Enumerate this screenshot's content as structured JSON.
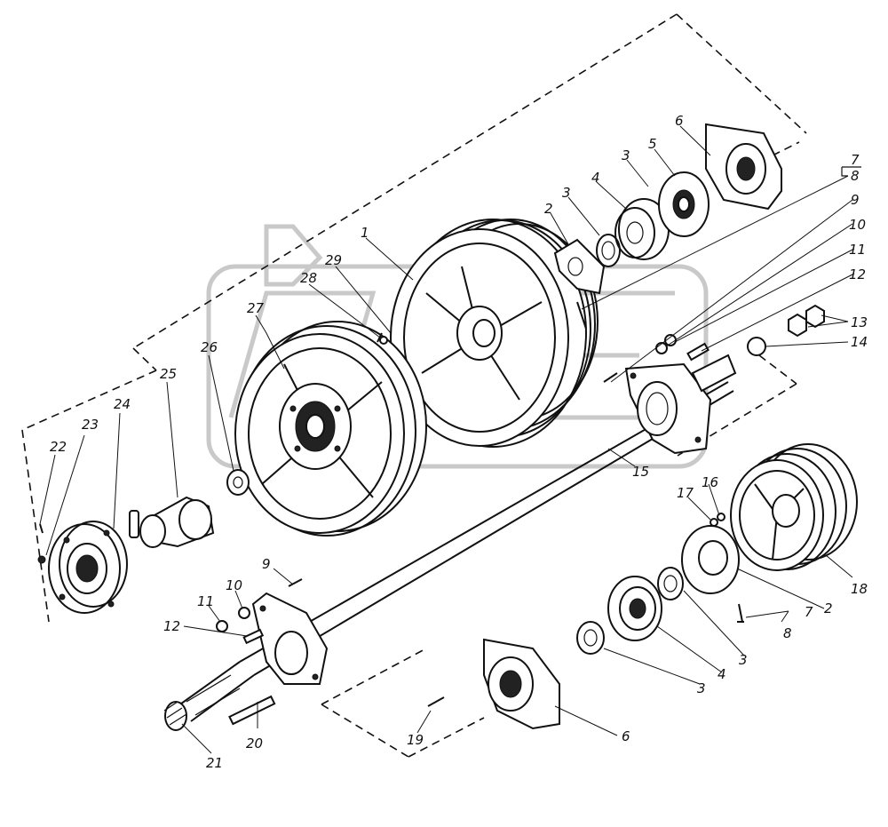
{
  "diagram": {
    "callouts": [
      {
        "id": "c1",
        "text": "1"
      },
      {
        "id": "c2a",
        "text": "2"
      },
      {
        "id": "c3a",
        "text": "3"
      },
      {
        "id": "c4a",
        "text": "4"
      },
      {
        "id": "c3b",
        "text": "3"
      },
      {
        "id": "c5",
        "text": "5"
      },
      {
        "id": "c6a",
        "text": "6"
      },
      {
        "id": "c7a",
        "text": "7"
      },
      {
        "id": "c8a",
        "text": "8"
      },
      {
        "id": "c9a",
        "text": "9"
      },
      {
        "id": "c10a",
        "text": "10"
      },
      {
        "id": "c11a",
        "text": "11"
      },
      {
        "id": "c12a",
        "text": "12"
      },
      {
        "id": "c13",
        "text": "13"
      },
      {
        "id": "c14",
        "text": "14"
      },
      {
        "id": "c15",
        "text": "15"
      },
      {
        "id": "c16",
        "text": "16"
      },
      {
        "id": "c17",
        "text": "17"
      },
      {
        "id": "c18",
        "text": "18"
      },
      {
        "id": "c2b",
        "text": "2"
      },
      {
        "id": "c7b",
        "text": "7"
      },
      {
        "id": "c8b",
        "text": "8"
      },
      {
        "id": "c3c",
        "text": "3"
      },
      {
        "id": "c4b",
        "text": "4"
      },
      {
        "id": "c3d",
        "text": "3"
      },
      {
        "id": "c6b",
        "text": "6"
      },
      {
        "id": "c19",
        "text": "19"
      },
      {
        "id": "c20",
        "text": "20"
      },
      {
        "id": "c21",
        "text": "21"
      },
      {
        "id": "c12b",
        "text": "12"
      },
      {
        "id": "c11b",
        "text": "11"
      },
      {
        "id": "c10b",
        "text": "10"
      },
      {
        "id": "c9b",
        "text": "9"
      },
      {
        "id": "c22",
        "text": "22"
      },
      {
        "id": "c23",
        "text": "23"
      },
      {
        "id": "c24",
        "text": "24"
      },
      {
        "id": "c25",
        "text": "25"
      },
      {
        "id": "c26",
        "text": "26"
      },
      {
        "id": "c27",
        "text": "27"
      },
      {
        "id": "c28",
        "text": "28"
      },
      {
        "id": "c29",
        "text": "29"
      }
    ]
  }
}
